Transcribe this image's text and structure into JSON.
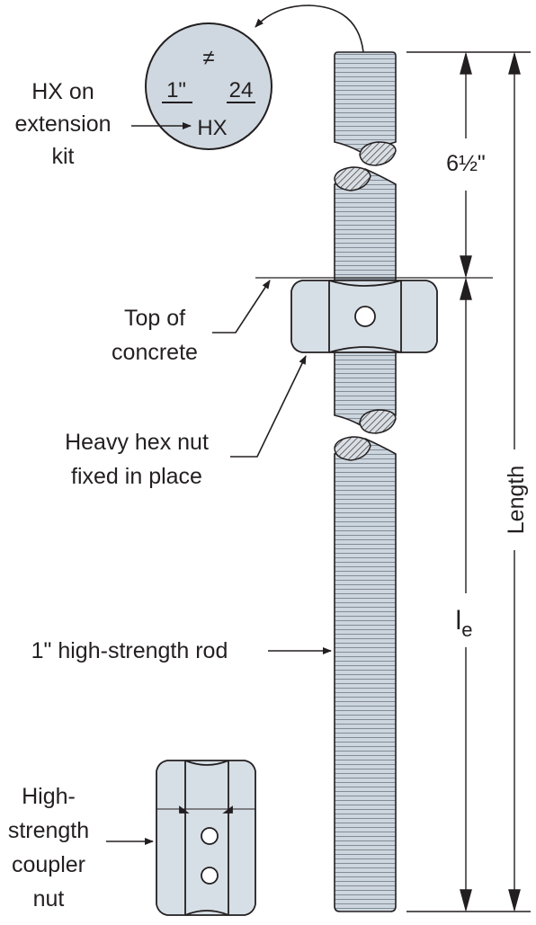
{
  "stamp": {
    "symbol": "≠",
    "diameter": "1\"",
    "threads": "24",
    "code": "HX"
  },
  "labels": {
    "hx_on_extension_kit": [
      "HX on",
      "extension",
      "kit"
    ],
    "top_of_concrete": [
      "Top of",
      "concrete"
    ],
    "heavy_hex_nut": [
      "Heavy hex nut",
      "fixed in place"
    ],
    "rod": "1\" high-strength rod",
    "coupler_nut": [
      "High-",
      "strength",
      "coupler",
      "nut"
    ]
  },
  "dimensions": {
    "embed_top": "6½\"",
    "length": "Length",
    "le_main": "l",
    "le_sub": "e"
  },
  "colors": {
    "rod_fill": "#cdd6de",
    "nut_fill": "#d7dfe6",
    "stamp_fill": "#cfd8e0",
    "line": "#231f20"
  }
}
